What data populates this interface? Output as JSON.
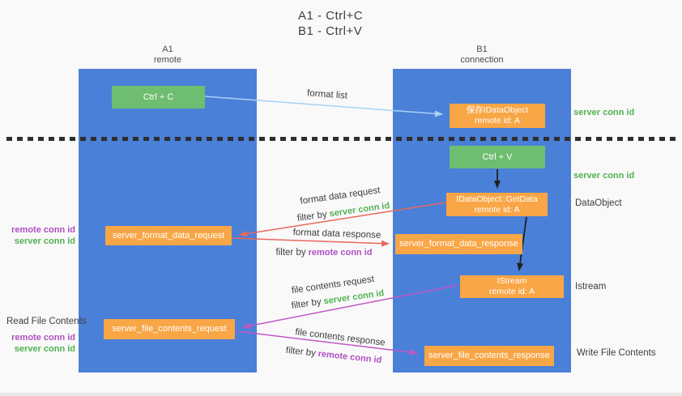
{
  "title": {
    "line1": "A1 - Ctrl+C",
    "line2": "B1 - Ctrl+V"
  },
  "columns": {
    "left": {
      "name": "A1",
      "subtitle": "remote"
    },
    "right": {
      "name": "B1",
      "subtitle": "connection"
    }
  },
  "nodes": {
    "ctrl_c": {
      "label": "Ctrl + C"
    },
    "ctrl_v": {
      "label": "Ctrl + V"
    },
    "save_dataobject": {
      "line1": "保存IDataObject",
      "line2": "remote id: A"
    },
    "getdata": {
      "line1": "IDataObject::GetData",
      "line2": "remote id: A"
    },
    "istream": {
      "line1": "IStream",
      "line2": "remote id: A"
    },
    "format_request": {
      "label": "server_format_data_request"
    },
    "format_response": {
      "label": "server_format_data_response"
    },
    "file_request": {
      "label": "server_file_contents_request"
    },
    "file_response": {
      "label": "server_file_contents_response"
    }
  },
  "labels": {
    "format_list": "format list",
    "format_data_request": "format data request",
    "format_data_response": "format data response",
    "file_contents_request": "file contents request",
    "file_contents_response": "file contents response",
    "filter_by": "filter by",
    "server_conn_id": "server conn id",
    "remote_conn_id": "remote conn id"
  },
  "annotations": {
    "server_conn_id_top": "server conn id",
    "server_conn_id_mid": "server conn id",
    "dataobject": "DataObject",
    "istream": "Istream",
    "write_file_contents": "Write File Contents",
    "read_file_contents": "Read File Contents",
    "remote_conn_id": "remote conn id",
    "server_conn_id": "server conn id"
  },
  "colors": {
    "column_blue": "#4a80d8",
    "box_green": "#6fbd70",
    "box_orange": "#f8a646",
    "green_text": "#52b152",
    "purple_text": "#b04fc4",
    "salmon_arrow": "#e8685e",
    "magenta_arrow": "#c158c4",
    "blue_arrow": "#a9d2f2",
    "black_arrow": "#1f1f1f",
    "background": "#f9f9f9"
  }
}
